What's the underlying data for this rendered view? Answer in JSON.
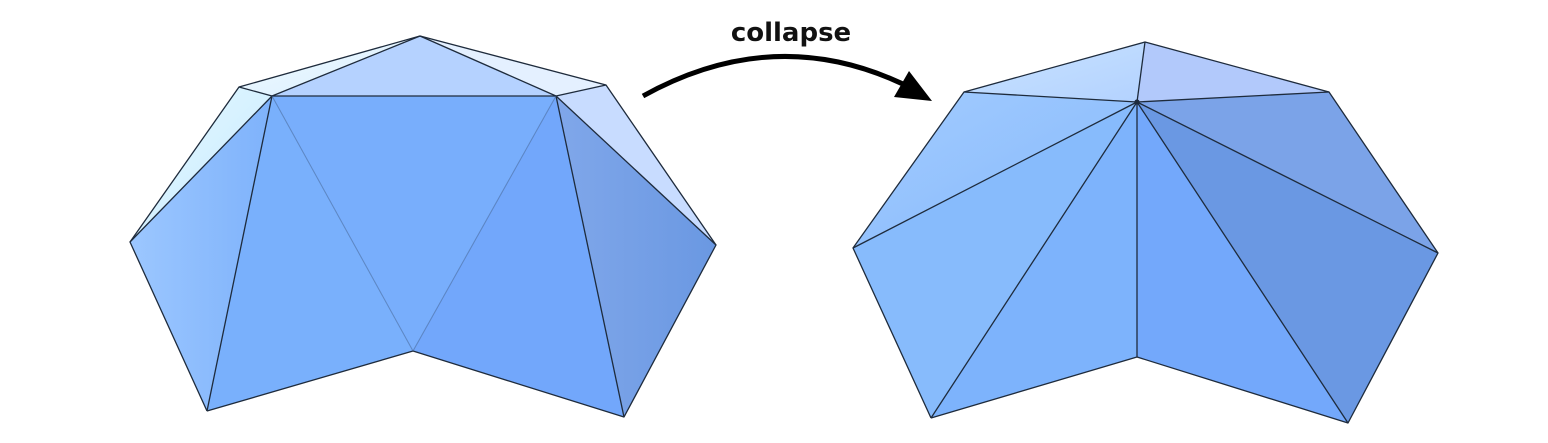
{
  "label": "collapse",
  "colors": {
    "background": "#ffffff",
    "edge": "#1e2b3c",
    "arrow": "#000000"
  },
  "meshes": {
    "before": "mesh-before-collapse",
    "after": "mesh-after-collapse"
  }
}
